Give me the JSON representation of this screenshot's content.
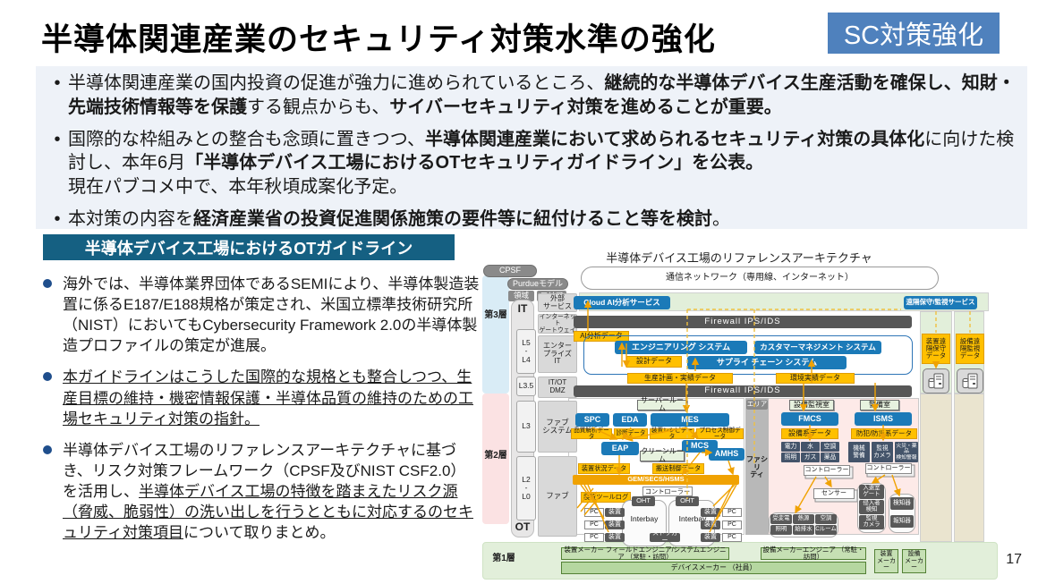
{
  "page": {
    "title": "半導体関連産業のセキュリティ対策水準の強化",
    "badge": "SC対策強化",
    "page_number": "17"
  },
  "colors": {
    "badge_blue": "#4f81bd",
    "panel_teal": "#156082",
    "box_blue": "#1b7ab8",
    "data_orange": "#ffc000",
    "firewall_gray": "#595959"
  },
  "intro_bullets": [
    [
      {
        "t": "半導体関連産業の国内投資の促進が強力に進められているところ、"
      },
      {
        "t": "継続的な半導体デバイス生産活動を確保し、知財・先端技術情報等を保護",
        "b": 1
      },
      {
        "t": "する観点からも、"
      },
      {
        "t": "サイバーセキュリティ対策を進めることが重要。",
        "b": 1
      }
    ],
    [
      {
        "t": "国際的な枠組みとの整合も念頭に置きつつ、"
      },
      {
        "t": "半導体関連産業において求められるセキュリティ対策の具体化",
        "b": 1
      },
      {
        "t": "に向けた検討し、本年6月"
      },
      {
        "t": "「半導体デバイス工場におけるOTセキュリティガイドライン」を公表。",
        "b": 1
      },
      {
        "br": 1,
        "t": "現在パブコメ中で、本年秋頃成案化予定。"
      }
    ],
    [
      {
        "t": "本対策の内容を"
      },
      {
        "t": "経済産業省の投資促進関係施策の要件等に紐付けること等を検討",
        "b": 1
      },
      {
        "t": "。"
      }
    ]
  ],
  "panel": {
    "header": "半導体デバイス工場におけるOTガイドライン",
    "bullets": [
      [
        {
          "t": "海外では、半導体業界団体であるSEMIにより、半導体製造装置に係るE187/E188規格が策定され、米国立標準技術研究所（NIST）においてもCybersecurity Framework 2.0の半導体製造プロファイルの策定が進展。"
        }
      ],
      [
        {
          "t": "本ガイドラインはこうした国際的な規格とも整合しつつ、生産目標の維持・機密情報保護・半導体品質の維持のための工場セキュリティ対策の指針。",
          "u": 1
        }
      ],
      [
        {
          "t": "半導体デバイス工場のリファレンスアーキテクチャに基づき、リスク対策フレームワーク（CPSF及びNIST CSF2.0）を活用し、"
        },
        {
          "t": "半導体デバイス工場の特徴を踏まえたリスク源（脅威、脆弱性）の洗い出しを行うとともに対応するのセキュリティ対策項目",
          "u": 1
        },
        {
          "t": "について取りまとめ。"
        }
      ]
    ]
  },
  "diagram": {
    "title": "半導体デバイス工場のリファレンスアーキテクチャ",
    "labels": {
      "cpsf": "CPSF",
      "purdue": "Purdueモデル",
      "ryoiki": "領域",
      "area": "エリア",
      "layer3": "第3層",
      "layer2": "第2層",
      "layer1": "第1層",
      "it": "IT",
      "ot": "OT",
      "l5l4": "L5\n-\nL4",
      "l35": "L3.5",
      "l3": "L3",
      "l2l0": "L2\n-\nL0",
      "ext_service": "外部\nサービス",
      "inet_gw": "インターネット\nゲートウェイ",
      "ent_it": "エンター\nプライズ\nIT",
      "itot_dmz": "IT/OT\nDMZ",
      "fab_system": "ファブ\nシステム",
      "fab": "ファブ",
      "facility": "ファシリ\nティ",
      "cloud_net": "通信ネットワーク（専用線、インターネット）",
      "cloud_ai": "Cloud AI分析サービス",
      "remote_svc": "遠隔保守/監視サービス",
      "firewall": "Firewall IPS/IDS",
      "ai_data": "AI分析データ",
      "eng_sys": "エンジニアリング システム",
      "cust_sys": "カスタマーマネジメント システム",
      "design_data": "設計データ",
      "supply_sys": "サプライ チェーン システム",
      "prod_plan_data": "生産計画・実績データ",
      "env_data": "環境実績データ",
      "server_room": "サーバールーム",
      "spc": "SPC",
      "eda": "EDA",
      "mes": "MES",
      "quality_data": "品質解析データ",
      "diag_data": "診断データ",
      "recipe_data": "装置レシピデータ",
      "process_data": "プロセス制御データ",
      "eap": "EAP",
      "mcs": "MCS",
      "amhs": "AMHS",
      "clean_room": "クリーンルーム",
      "equip_status_data": "装置状況データ",
      "transport_data": "搬送制御データ",
      "gem": "GEM/SECS/HSMS",
      "controller": "コントローラー",
      "tool_log": "装置ツールログ",
      "oht": "OHT",
      "pc": "PC",
      "equip": "装置",
      "interbay": "Interbay",
      "stocker": "ストッカー",
      "monitor_room": "設備監視室",
      "guard_room": "警備室",
      "fmcs": "FMCS",
      "isms": "ISMS",
      "facility_data": "設備系データ",
      "security_data": "防犯/防災系データ",
      "power": "電力",
      "water": "水",
      "hvac": "空調",
      "light": "照明",
      "gas": "ガス",
      "chem": "薬品",
      "mech_guard": "機械\n警備",
      "cam": "監視\nカメラ",
      "fire_alarm": "火災・薬品\n検知警報",
      "sensor": "センサー",
      "gate": "入退室\nゲート",
      "intruder": "侵入者\n検知",
      "detector": "検知器",
      "alarm": "報知器",
      "substation": "受変電",
      "heat": "熱源",
      "drainage": "給排水",
      "croom": "Cルーム",
      "eng1": "装置メーカー フィールドエンジニア/システムエンジニア （常駐・訪問）",
      "eng2": "設備メーカーエンジニア （常駐・訪問）",
      "device_maker": "デバイスメーカー （社員）",
      "equip_maker": "装置\nメーカー",
      "facility_maker": "設備\nメーカー",
      "remote_equip_data": "装置遠\n隔保守\nデータ",
      "remote_fac_data": "設備遠\n隔監視\nデータ"
    }
  }
}
